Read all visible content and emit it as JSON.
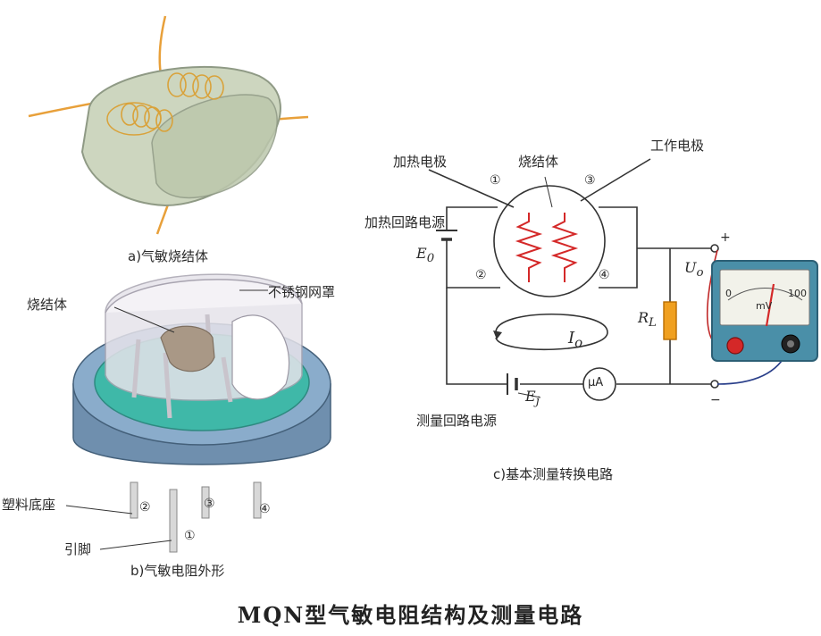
{
  "part_a": {
    "caption": "a)气敏烧结体"
  },
  "part_b": {
    "caption": "b)气敏电阻外形",
    "label_sinter": "烧结体",
    "label_cover": "不锈钢网罩",
    "label_base": "塑料底座",
    "label_pin": "引脚",
    "pins": [
      "②",
      "③",
      "④",
      "①"
    ]
  },
  "part_c": {
    "caption": "c)基本测量转换电路",
    "label_heater": "加热电极",
    "label_sinter": "烧结体",
    "label_work": "工作电极",
    "label_heat_supply": "加热回路电源",
    "label_measure_supply": "测量回路电源",
    "terminal_1": "①",
    "terminal_3": "③",
    "terminal_2": "②",
    "terminal_4": "④",
    "e0_symbol": "E",
    "e0_sub": "0",
    "ej_symbol": "E",
    "ej_sub": "j",
    "io_symbol": "I",
    "io_sub": "o",
    "uo_symbol": "U",
    "uo_sub": "o",
    "rl_symbol": "R",
    "rl_sub": "L",
    "ammeter": "μA",
    "plus": "+",
    "minus": "−",
    "meter": {
      "scale_min": "0",
      "scale_max": "100",
      "unit": "mV"
    }
  },
  "caption_main": "MQN型气敏电阻结构及测量电路",
  "colors": {
    "wire_orange": "#e8a03a",
    "heater_red": "#d42828",
    "resistor_orange": "#f0a020",
    "base_teal": "#3fb8a8",
    "meter_case": "#4a8fa8"
  }
}
